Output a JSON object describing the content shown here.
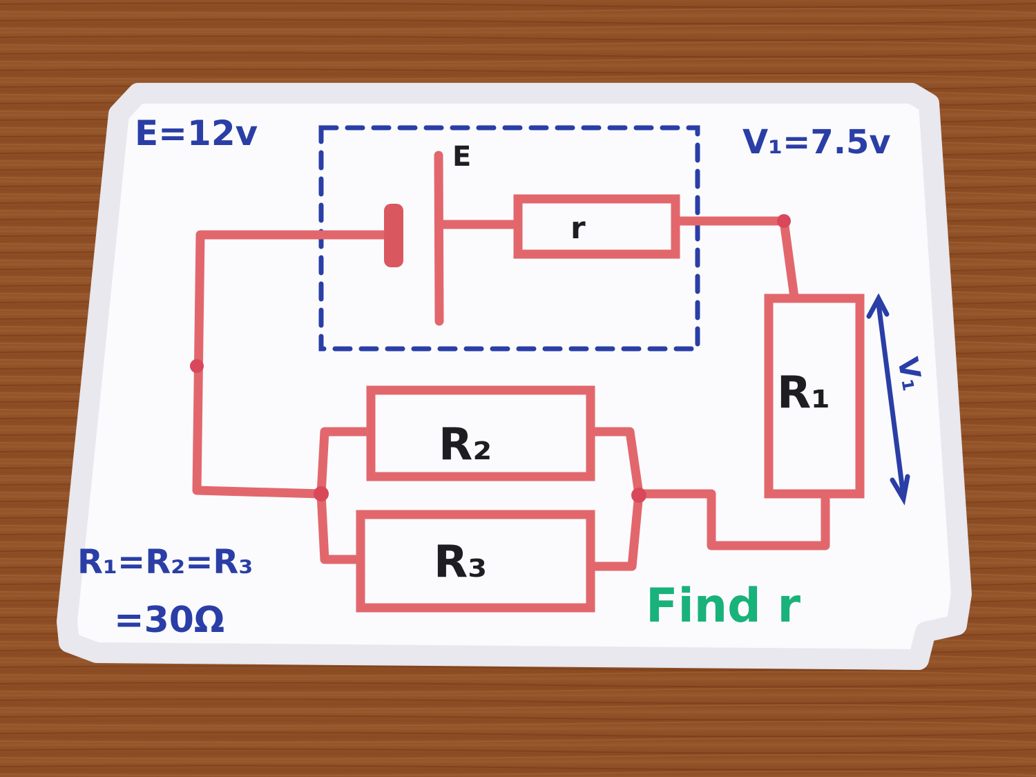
{
  "board": {
    "emf_given": "E=12v",
    "battery_label": "E",
    "internal_resistor_label": "r",
    "voltage_given": "V₁=7.5v",
    "r1_label": "R₁",
    "r2_label": "R₂",
    "r3_label": "R₃",
    "v1_arrow_label": "V₁",
    "resistance_equality": "R₁=R₂=R₃",
    "resistance_value": "=30Ω",
    "task": "Find r"
  },
  "colors": {
    "wood": "#8e4d24",
    "board": "#fbfbfd",
    "wire_red": "#e2676c",
    "marker_blue": "#2a3ea6",
    "marker_black": "#1e1e22",
    "marker_green": "#19b27a"
  }
}
